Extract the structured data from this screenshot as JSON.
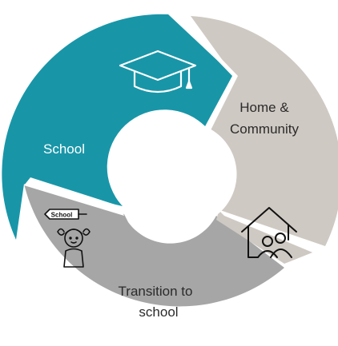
{
  "segments": [
    {
      "key": "school",
      "label_lines": [
        "School"
      ],
      "color": "#1896A8",
      "text_color": "#ffffff",
      "icon": "graduation-cap-icon"
    },
    {
      "key": "home",
      "label_lines": [
        "Home &",
        "Community"
      ],
      "color": "#CEC9C2",
      "text_color": "#2b2b2b",
      "icon": "family-home-icon"
    },
    {
      "key": "transition",
      "label_lines": [
        "Transition to",
        "school"
      ],
      "color": "#A6A6A6",
      "text_color": "#2b2b2b",
      "icon": "child-with-school-sign-icon",
      "sign_text": "School"
    }
  ]
}
